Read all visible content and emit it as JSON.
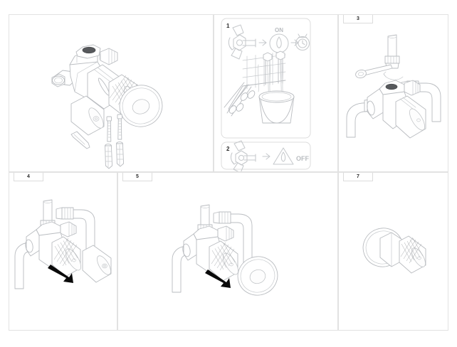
{
  "document": {
    "kind": "installation-instruction-sheet",
    "title": "Concealed mixer valve installation steps",
    "background_color": "#ffffff",
    "line_color": "#b9bcc0",
    "border_color": "#e2e2e2",
    "arrow_color": "#0a0a0a"
  },
  "panels": [
    {
      "id": "panel-a",
      "number": "",
      "caption": "Exploded parts: valve body with knurled handle, escutcheon plate, cylindrical cap, allen key, two screws and two wall anchors",
      "parts": [
        "mixer-valve-body",
        "knurled-handle",
        "escutcheon-plate",
        "cap-sleeve",
        "allen-key",
        "screw",
        "screw",
        "wall-anchor",
        "wall-anchor"
      ]
    },
    {
      "id": "panel-b",
      "number": "",
      "caption": "Flushing procedure boxes",
      "boxes": [
        {
          "number": "1",
          "icons": [
            "valve-turn-icon",
            "arrow-right-icon",
            "water-drop-on-icon",
            "arrow-right-icon",
            "timer-clock-icon"
          ],
          "labels": {
            "on": "ON"
          },
          "scene": "flush-pipes-into-bucket"
        },
        {
          "number": "2",
          "icons": [
            "valve-turn-icon",
            "arrow-right-icon",
            "water-drop-off-icon"
          ],
          "labels": {
            "off": "OFF"
          }
        }
      ]
    },
    {
      "id": "panel-c",
      "number": "3",
      "caption": "Fit the valve body to the supply pipes and tighten the union nuts with the supplied key"
    },
    {
      "id": "panel-d",
      "number": "4",
      "caption": "Slide the cap sleeve onto the installed valve in the direction of the arrow"
    },
    {
      "id": "panel-e",
      "number": "5",
      "caption": "Slide the escutcheon plate onto the valve in the direction of the arrow"
    },
    {
      "id": "panel-f",
      "number": "7",
      "caption": "Completed assembly: escutcheon plate with knurled handle fitted"
    }
  ]
}
